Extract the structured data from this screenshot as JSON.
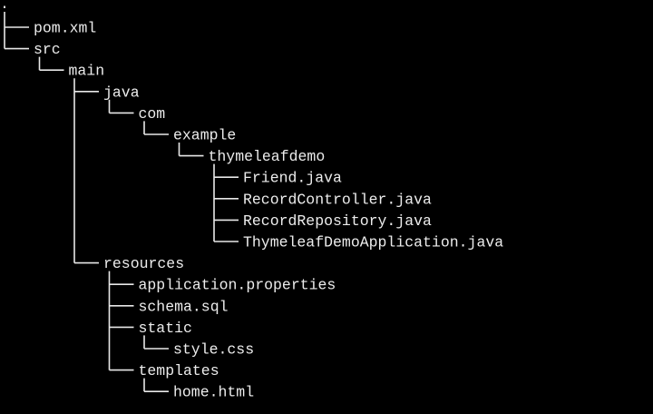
{
  "terminal": {
    "background": "#000000",
    "foreground": "#ececec",
    "tree": {
      "root": ".",
      "nodes": [
        {
          "name": "pom.xml",
          "depth": 0
        },
        {
          "name": "src",
          "depth": 0
        },
        {
          "name": "main",
          "depth": 1
        },
        {
          "name": "java",
          "depth": 2
        },
        {
          "name": "com",
          "depth": 3
        },
        {
          "name": "example",
          "depth": 4
        },
        {
          "name": "thymeleafdemo",
          "depth": 5
        },
        {
          "name": "Friend.java",
          "depth": 6
        },
        {
          "name": "RecordController.java",
          "depth": 6
        },
        {
          "name": "RecordRepository.java",
          "depth": 6
        },
        {
          "name": "ThymeleafDemoApplication.java",
          "depth": 6
        },
        {
          "name": "resources",
          "depth": 2
        },
        {
          "name": "application.properties",
          "depth": 3
        },
        {
          "name": "schema.sql",
          "depth": 3
        },
        {
          "name": "static",
          "depth": 3
        },
        {
          "name": "style.css",
          "depth": 4
        },
        {
          "name": "templates",
          "depth": 3
        },
        {
          "name": "home.html",
          "depth": 4
        }
      ]
    }
  }
}
